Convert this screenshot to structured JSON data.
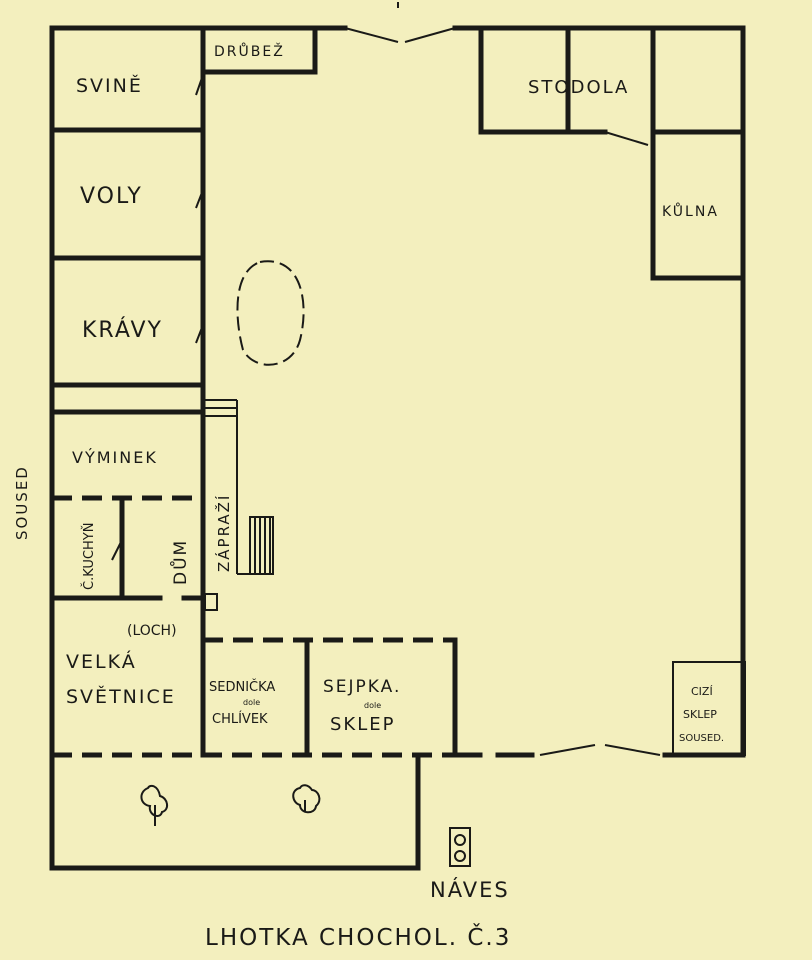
{
  "rooms": {
    "svine": "SVINĚ",
    "drubez": "DRŮBEŽ",
    "voly": "VOLY",
    "kravy": "KRÁVY",
    "vyminek": "VÝMINEK",
    "kuchyn": "Č.KUCHYŇ",
    "dum": "DŮM",
    "zaprazi": "ZÁPRAŽÍ",
    "loch": "(LOCH)",
    "velka_1": "VELKÁ",
    "velka_2": "SVĚTNICE",
    "sednicka": "SEDNIČKA",
    "sednicka_dole": "dole",
    "chlivek": "CHLÍVEK",
    "sejpka": "SEJPKA.",
    "sejpka_dole": "dole",
    "sklep": "SKLEP",
    "stodola": "STODOLA",
    "kulna": "KŮLNA",
    "cizi_1": "CIZÍ",
    "cizi_2": "SKLEP",
    "cizi_3": "SOUSED."
  },
  "labels": {
    "soused": "SOUSED",
    "naves": "NÁVES",
    "title": "LHOTKA CHOCHOL. Č.3"
  }
}
